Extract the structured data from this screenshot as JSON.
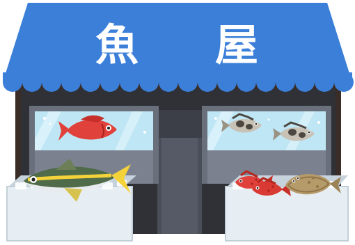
{
  "sign": {
    "characters": [
      "魚",
      "屋"
    ]
  },
  "colors": {
    "awning": "#3b7fd9",
    "awning_shadow": "#2f6bc2",
    "wall": "#3a2c26",
    "pillar": "#606573",
    "window": "#e2ecf2",
    "glass": "#bfe6f5",
    "ice": "#dfe9ef",
    "sign_text": "#ffffff"
  },
  "items": {
    "left_window": [
      "sea-bream"
    ],
    "right_window": [
      "rockfish",
      "rockfish"
    ],
    "left_crate": [
      "yellowtail"
    ],
    "right_crate": [
      "red-rockfish",
      "red-rockfish",
      "flounder"
    ]
  }
}
